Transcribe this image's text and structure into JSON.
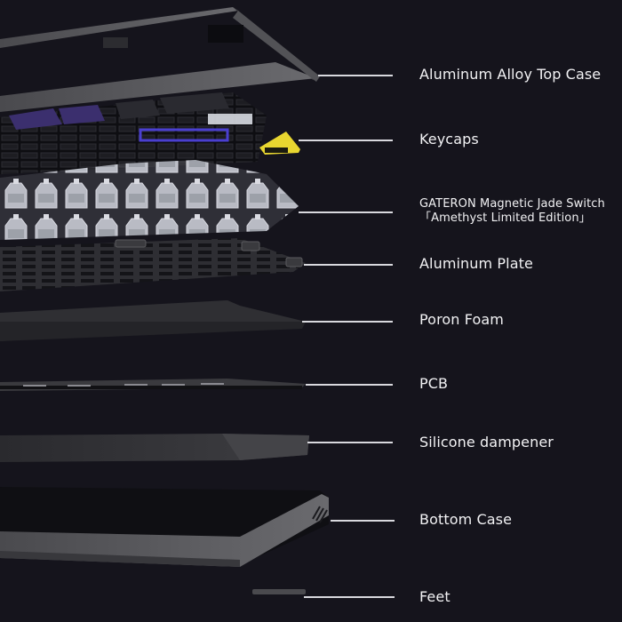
{
  "diagram": {
    "type": "exploded-view",
    "subject": "keyboard",
    "background_color": "#15141c",
    "label_color": "#f2f2f4",
    "leader_color": "#d9d9de",
    "accent_colors": {
      "keycap_purple": "#3b2f6e",
      "keycap_blue_outline": "#4a3fd0",
      "keycap_yellow": "#e8d630",
      "switch_clear": "#c9ccd4",
      "case_gray": "#5a5a5e"
    }
  },
  "components": [
    {
      "id": "top-case",
      "label": "Aluminum Alloy Top Case"
    },
    {
      "id": "keycaps",
      "label": "Keycaps"
    },
    {
      "id": "switch",
      "label": "GATERON Magnetic Jade Switch",
      "sublabel": "「Amethyst Limited Edition」"
    },
    {
      "id": "plate",
      "label": "Aluminum Plate"
    },
    {
      "id": "foam",
      "label": "Poron Foam"
    },
    {
      "id": "pcb",
      "label": "PCB"
    },
    {
      "id": "dampener",
      "label": "Silicone dampener"
    },
    {
      "id": "bottom-case",
      "label": "Bottom Case"
    },
    {
      "id": "feet",
      "label": "Feet"
    }
  ]
}
